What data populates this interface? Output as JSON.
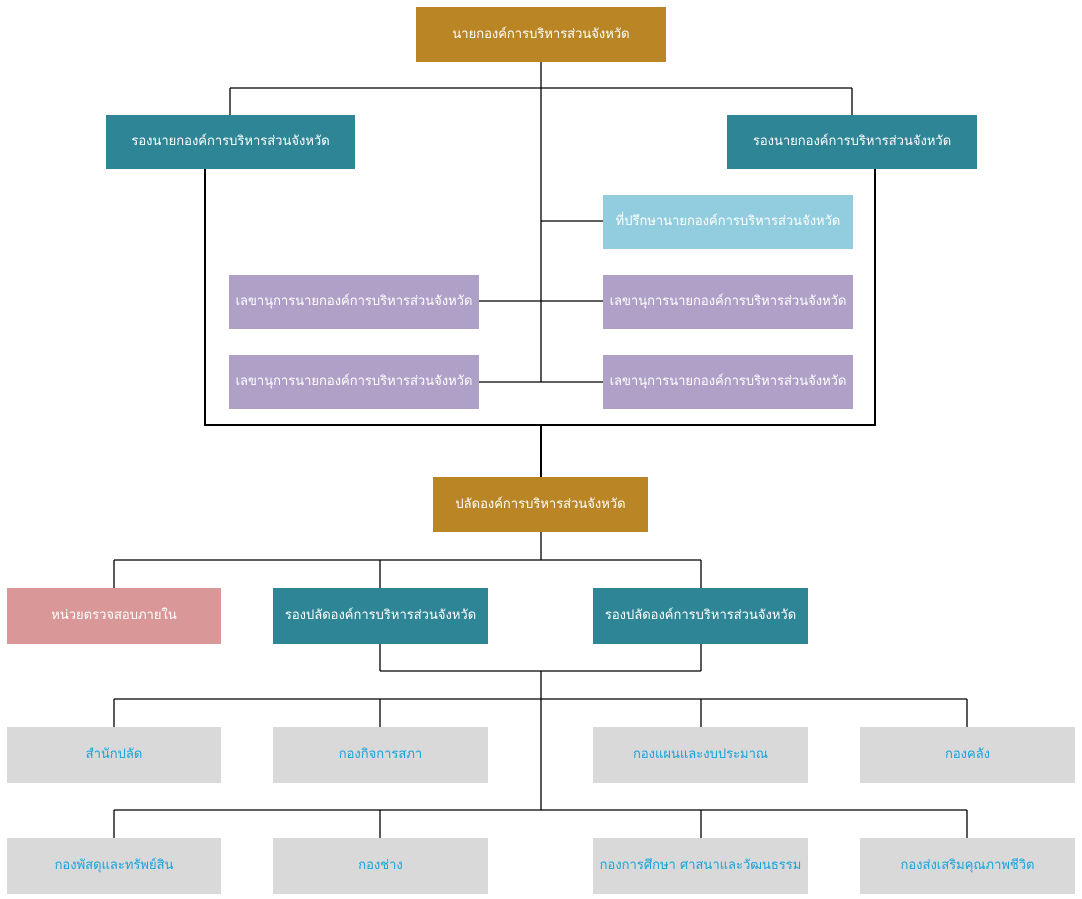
{
  "chief": {
    "label": "นายกองค์การบริหารส่วนจังหวัด"
  },
  "vice_chiefs": [
    {
      "label": "รองนายกองค์การบริหารส่วนจังหวัด"
    },
    {
      "label": "รองนายกองค์การบริหารส่วนจังหวัด"
    }
  ],
  "advisor": {
    "label": "ที่ปรึกษานายกองค์การบริหารส่วนจังหวัด"
  },
  "secretaries": [
    {
      "label": "เลขานุการนายกองค์การบริหารส่วนจังหวัด"
    },
    {
      "label": "เลขานุการนายกองค์การบริหารส่วนจังหวัด"
    },
    {
      "label": "เลขานุการนายกองค์การบริหารส่วนจังหวัด"
    },
    {
      "label": "เลขานุการนายกองค์การบริหารส่วนจังหวัด"
    }
  ],
  "permanent_secretary": {
    "label": "ปลัดองค์การบริหารส่วนจังหวัด"
  },
  "internal_audit": {
    "label": "หน่วยตรวจสอบภายใน"
  },
  "deputy_secretaries": [
    {
      "label": "รองปลัดองค์การบริหารส่วนจังหวัด"
    },
    {
      "label": "รองปลัดองค์การบริหารส่วนจังหวัด"
    }
  ],
  "divisions_row1": [
    {
      "label": "สำนักปลัด"
    },
    {
      "label": "กองกิจการสภา"
    },
    {
      "label": "กองแผนและงบประมาณ"
    },
    {
      "label": "กองคลัง"
    }
  ],
  "divisions_row2": [
    {
      "label": "กองพัสดุและทรัพย์สิน"
    },
    {
      "label": "กองช่าง"
    },
    {
      "label": "กองการศึกษา ศาสนาและวัฒนธรรม"
    },
    {
      "label": "กองส่งเสริมคุณภาพชีวิต"
    }
  ]
}
